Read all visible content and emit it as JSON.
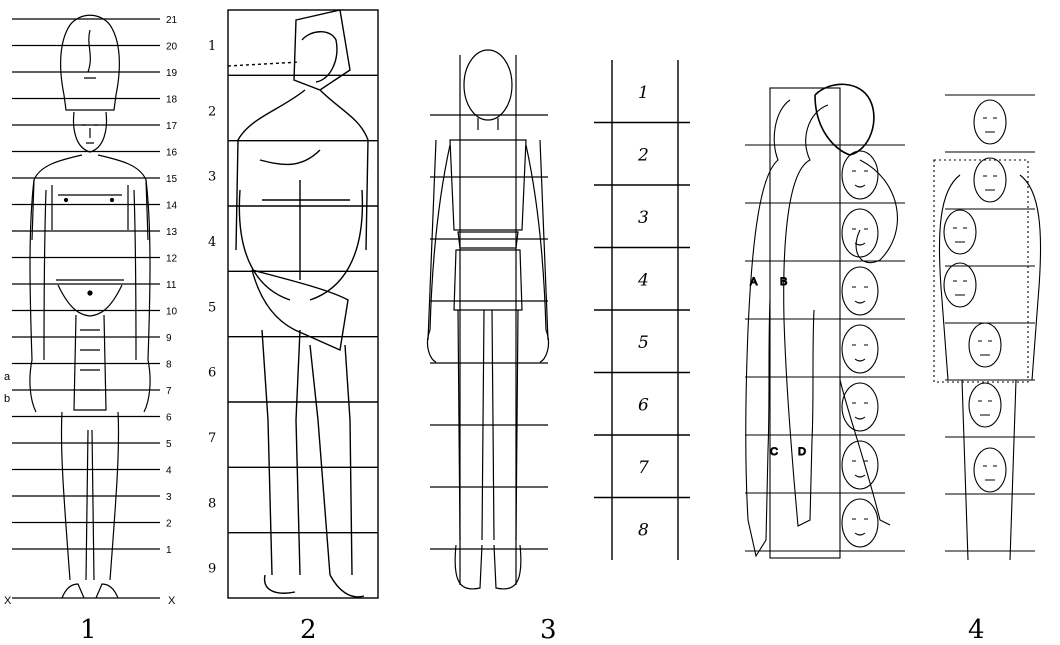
{
  "figures": [
    {
      "caption": "1",
      "scale_labels": [
        "21",
        "20",
        "19",
        "18",
        "17",
        "16",
        "15",
        "14",
        "13",
        "12",
        "11",
        "10",
        "9",
        "8",
        "7",
        "6",
        "5",
        "4",
        "3",
        "2",
        "1"
      ],
      "side_labels": [
        "a",
        "b"
      ],
      "base_labels": [
        "X",
        "X"
      ]
    },
    {
      "caption": "2",
      "row_labels": [
        "1",
        "2",
        "3",
        "4",
        "5",
        "6",
        "7",
        "8",
        "9"
      ]
    },
    {
      "caption": "3",
      "grid_labels": [
        "1",
        "2",
        "3",
        "4",
        "5",
        "6",
        "7",
        "8"
      ]
    },
    {
      "caption": "4",
      "letters": [
        "A",
        "B",
        "C",
        "D"
      ]
    }
  ]
}
